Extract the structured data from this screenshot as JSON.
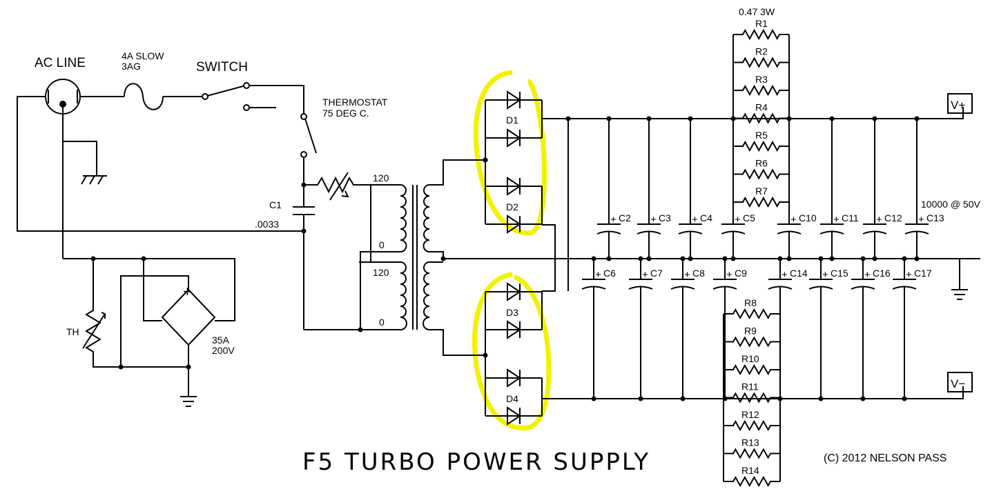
{
  "title": "F5 TURBO POWER SUPPLY",
  "copyright": "(C) 2012 NELSON PASS",
  "ac_line": "AC LINE",
  "fuse": {
    "line1": "4A SLOW",
    "line2": "3AG"
  },
  "switch": "SWITCH",
  "thermostat": {
    "line1": "THERMOSTAT",
    "line2": "75 DEG C."
  },
  "c1": {
    "name": "C1",
    "value": ".0033"
  },
  "transformer": {
    "p1": "120",
    "p2": "0",
    "p3": "120",
    "p4": "0"
  },
  "bridge": {
    "plus": "+",
    "rating1": "35A",
    "rating2": "200V"
  },
  "thermistor": "TH",
  "diodes": [
    "D1",
    "D2",
    "D3",
    "D4"
  ],
  "resistor_value": "0.47 3W",
  "resistors_top": [
    "R1",
    "R2",
    "R3",
    "R4",
    "R5",
    "R6",
    "R7"
  ],
  "resistors_bottom": [
    "R8",
    "R9",
    "R10",
    "R11",
    "R12",
    "R13",
    "R14"
  ],
  "caps_top": [
    "C2",
    "C3",
    "C4",
    "C5",
    "C10",
    "C11",
    "C12",
    "C13"
  ],
  "caps_bottom": [
    "C6",
    "C7",
    "C8",
    "C9",
    "C14",
    "C15",
    "C16",
    "C17"
  ],
  "cap_plus": "+",
  "cap_value": "10000 @ 50V",
  "vplus": "V+",
  "vminus": "V−"
}
